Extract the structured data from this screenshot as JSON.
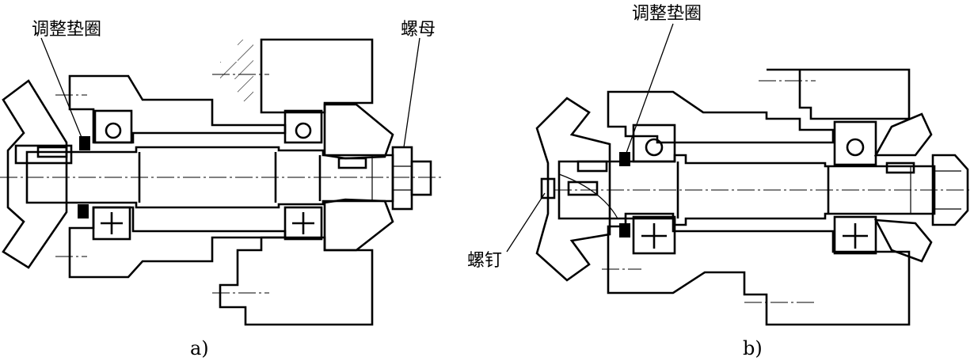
{
  "figure_a": {
    "label_shim": "调整垫圈",
    "label_nut": "螺母",
    "caption": "a)"
  },
  "figure_b": {
    "label_shim": "调整垫圈",
    "label_screw": "螺钉",
    "caption": "b)"
  },
  "colors": {
    "line": "#000000",
    "background": "#ffffff"
  }
}
